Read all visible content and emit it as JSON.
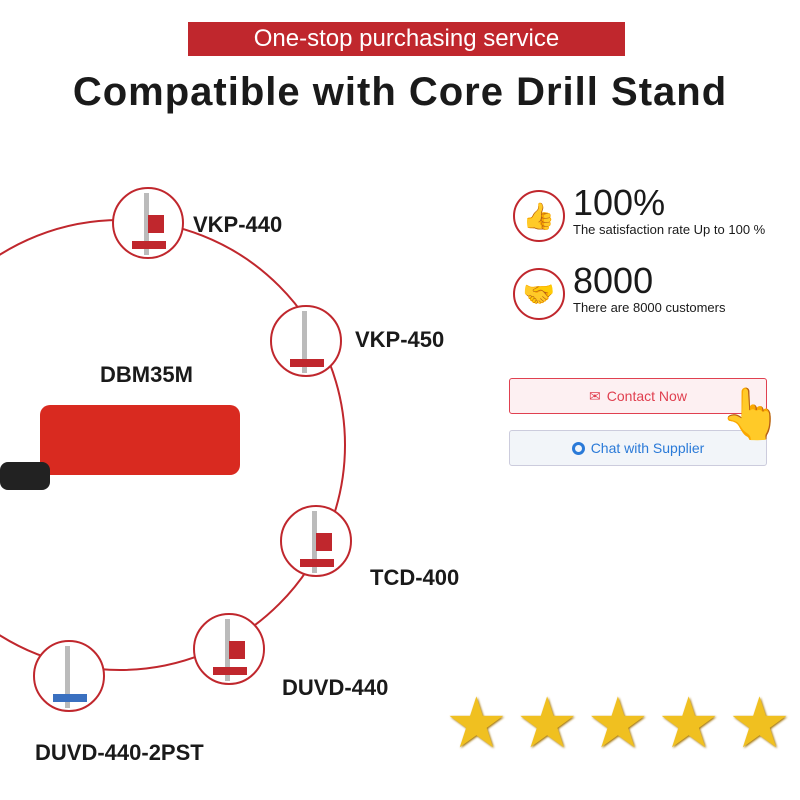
{
  "banner": "One-stop purchasing service",
  "title": "Compatible with Core Drill Stand",
  "center_product": "DBM35M",
  "stands": [
    {
      "label": "VKP-440"
    },
    {
      "label": "VKP-450"
    },
    {
      "label": "TCD-400"
    },
    {
      "label": "DUVD-440"
    },
    {
      "label": "DUVD-440-2PST"
    }
  ],
  "stats": [
    {
      "icon": "thumbs-up-icon",
      "value": "100%",
      "caption": "The satisfaction rate Up to 100 %"
    },
    {
      "icon": "handshake-icon",
      "value": "8000",
      "caption": "There are 8000 customers"
    }
  ],
  "buttons": {
    "contact": "Contact Now",
    "chat": "Chat with Supplier"
  },
  "rating": {
    "stars": 5,
    "max": 5
  },
  "colors": {
    "accent": "#c0272d",
    "contact": "#e04050",
    "chat": "#2a7ad8"
  }
}
